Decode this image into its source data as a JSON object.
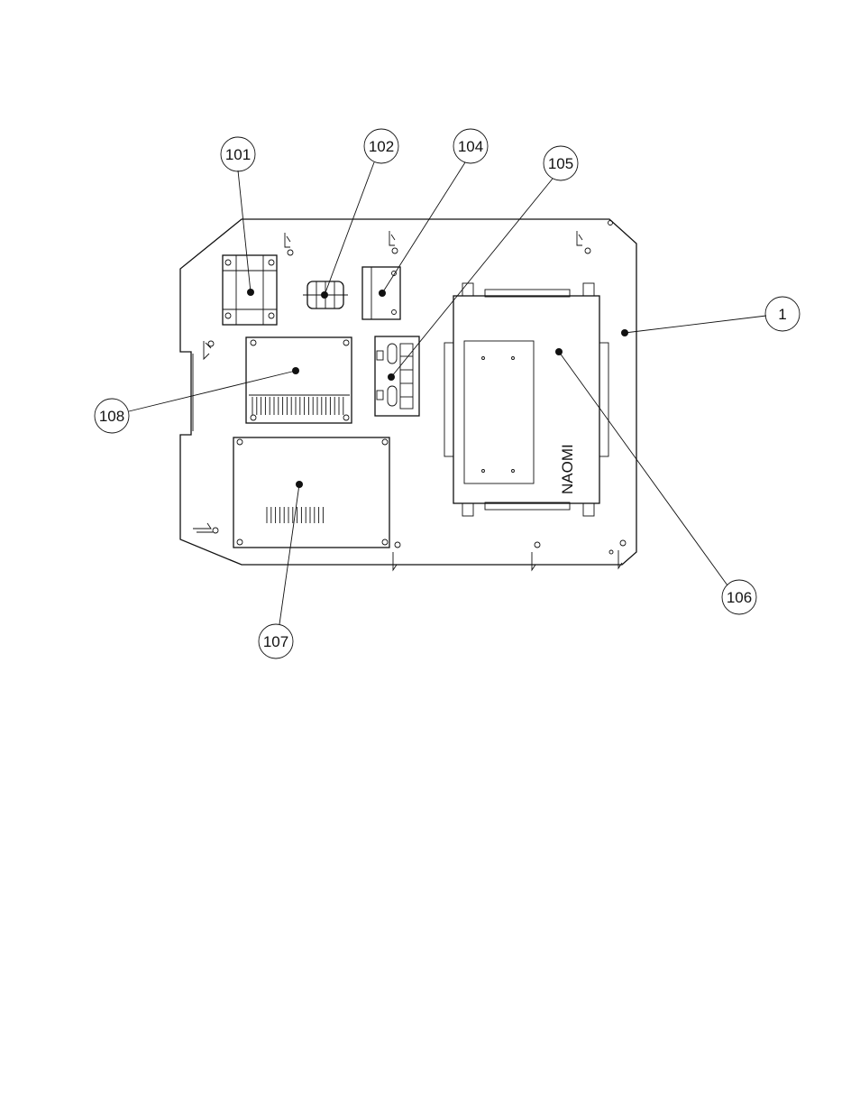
{
  "diagram": {
    "board_label": "NAOMI",
    "callouts": [
      {
        "id": "1",
        "label": "1"
      },
      {
        "id": "101",
        "label": "101"
      },
      {
        "id": "102",
        "label": "102"
      },
      {
        "id": "104",
        "label": "104"
      },
      {
        "id": "105",
        "label": "105"
      },
      {
        "id": "106",
        "label": "106"
      },
      {
        "id": "107",
        "label": "107"
      },
      {
        "id": "108",
        "label": "108"
      }
    ]
  }
}
